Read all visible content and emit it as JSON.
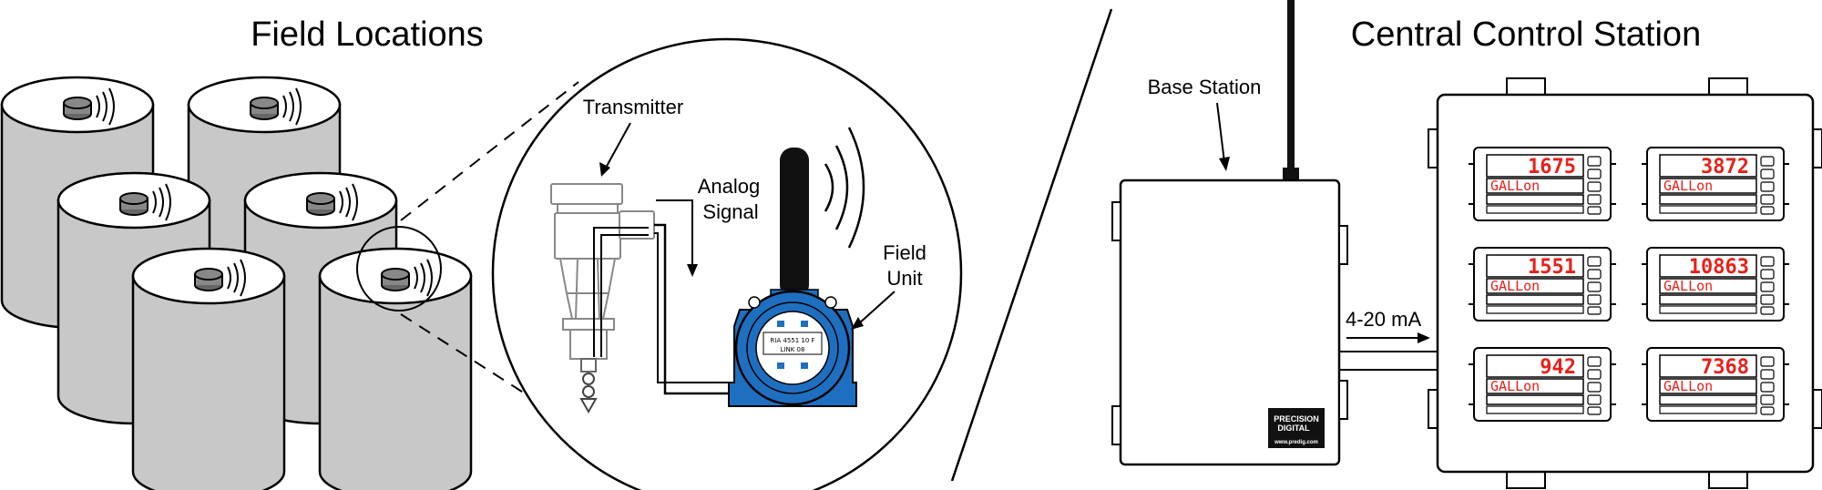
{
  "left": {
    "title": "Field Locations",
    "labels": {
      "transmitter": "Transmitter",
      "analog_line1": "Analog",
      "analog_line2": "Signal",
      "field_line1": "Field",
      "field_line2": "Unit"
    },
    "unit_display": {
      "line1": "RIA  4551 10  F",
      "line2": "LINK  08"
    }
  },
  "right": {
    "title": "Central Control Station",
    "labels": {
      "base_station": "Base Station",
      "signal": "4-20 mA"
    },
    "base_station_logo": {
      "line1": "PRECISION",
      "line2": "DIGITAL",
      "url": "www.predig.com"
    },
    "meters": [
      {
        "value": "1675",
        "unit": "GALLon"
      },
      {
        "value": "3872",
        "unit": "GALLon"
      },
      {
        "value": "1551",
        "unit": "GALLon"
      },
      {
        "value": "10863",
        "unit": "GALLon"
      },
      {
        "value": "942",
        "unit": "GALLon"
      },
      {
        "value": "7368",
        "unit": "GALLon"
      }
    ]
  },
  "colors": {
    "tank_fill": "#c8c8c8",
    "tank_top": "#ffffff",
    "cap_fill": "#888888",
    "field_unit_blue": "#1f6fc0",
    "display_red": "#e8201a",
    "antenna": "#111111"
  }
}
